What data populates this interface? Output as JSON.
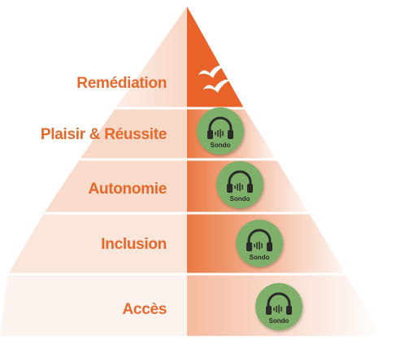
{
  "pyramid": {
    "levels": [
      {
        "label": "Remédiation",
        "icon": "birds-icon"
      },
      {
        "label": "Plaisir & Réussite",
        "icon": "headphones-icon"
      },
      {
        "label": "Autonomie",
        "icon": "headphones-icon"
      },
      {
        "label": "Inclusion",
        "icon": "headphones-icon"
      },
      {
        "label": "Accès",
        "icon": "headphones-icon"
      }
    ]
  },
  "badge": {
    "text": "Sondo"
  },
  "colors": {
    "accent": "#e8682a",
    "label": "#e8682a",
    "tint_light": "#fbe4d8",
    "tint_medium": "#f6cdb7",
    "badge_green": "#7fb069",
    "badge_dark": "#2a2a2a"
  }
}
